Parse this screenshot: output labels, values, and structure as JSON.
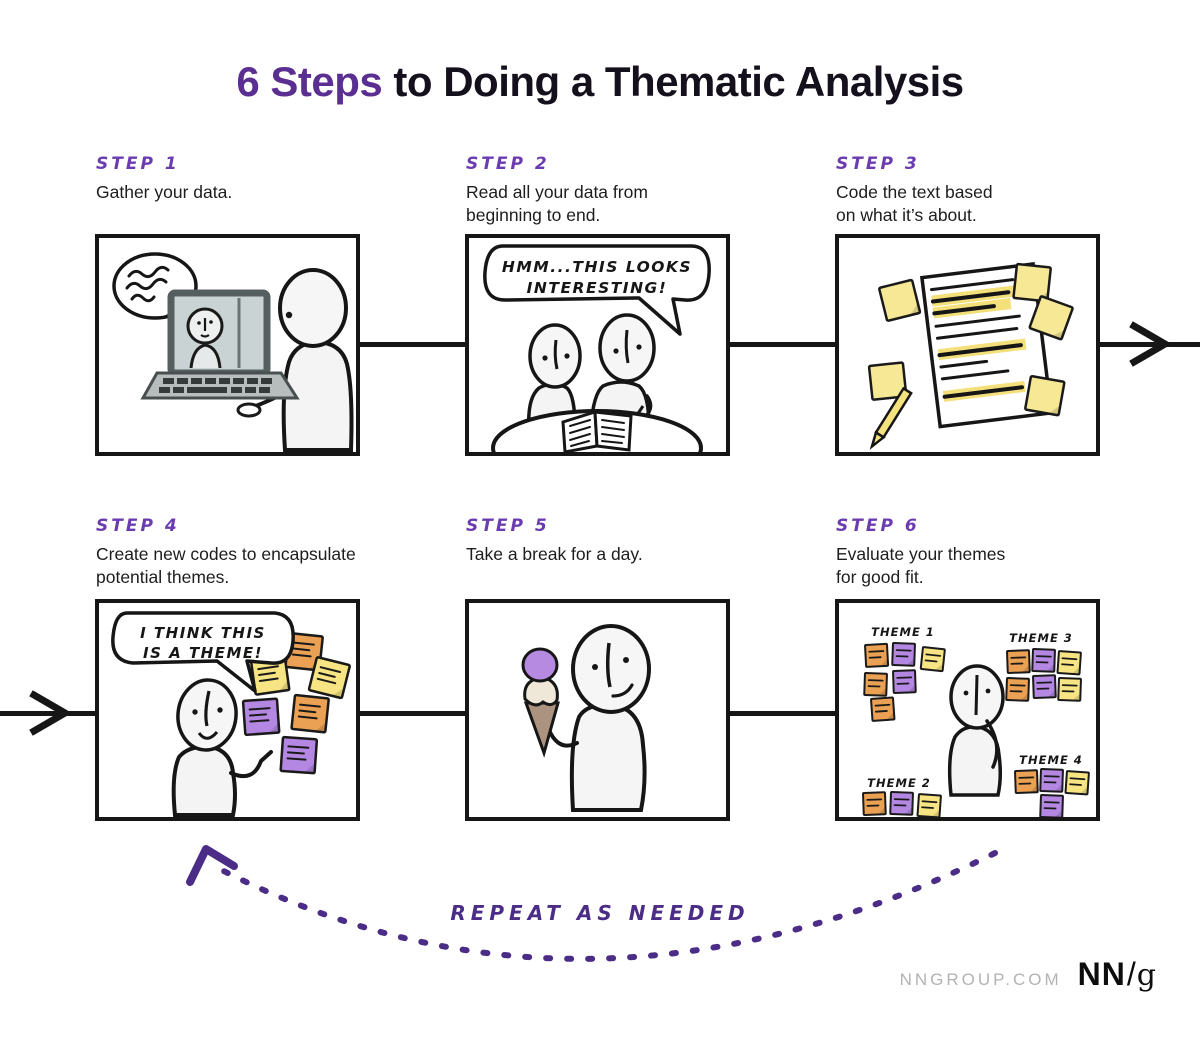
{
  "title": {
    "accent": "6 Steps",
    "rest": " to Doing a Thematic Analysis"
  },
  "steps": [
    {
      "label": "STEP 1",
      "description": "Gather your data."
    },
    {
      "label": "STEP 2",
      "description": "Read all your data from\nbeginning to end."
    },
    {
      "label": "STEP 3",
      "description": "Code the text based\non what it’s about."
    },
    {
      "label": "STEP 4",
      "description": "Create new codes to encapsulate\npotential themes."
    },
    {
      "label": "STEP 5",
      "description": "Take a break for a day."
    },
    {
      "label": "STEP 6",
      "description": "Evaluate your themes\nfor good fit."
    }
  ],
  "speech_bubbles": {
    "step2_line1": "HMM...THIS LOOKS",
    "step2_line2": "INTERESTING!",
    "step4_line1": "I THINK THIS",
    "step4_line2": "IS A THEME!"
  },
  "themes": {
    "t1": "THEME 1",
    "t2": "THEME 2",
    "t3": "THEME 3",
    "t4": "THEME 4"
  },
  "repeat_label": "REPEAT AS NEEDED",
  "footer": {
    "site": "NNGROUP.COM",
    "logo_nn": "NN",
    "logo_slash": "/",
    "logo_g": "g"
  },
  "colors": {
    "accent_purple": "#5b2f91",
    "step_label_purple": "#6b3caf",
    "loop_purple": "#4b2c86",
    "panel_border": "#161616",
    "sticky_orange": "#eba153",
    "sticky_yellow": "#f7e482",
    "sticky_purple": "#b387e2",
    "highlight_yellow": "#f3e07a",
    "footer_gray": "#b3b3b3"
  }
}
